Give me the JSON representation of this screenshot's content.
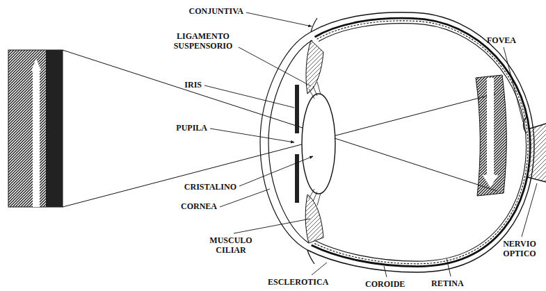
{
  "diagram": {
    "labels": [
      "CONJUNTIVA",
      "LIGAMENTO SUSPENSORIO",
      "IRIS",
      "PUPILA",
      "CRISTALINO",
      "CORNEA",
      "MUSCULO CILIAR",
      "ESCLEROTICA",
      "COROIDE",
      "RETINA",
      "FOVEA",
      "NERVIO OPTICO"
    ]
  }
}
